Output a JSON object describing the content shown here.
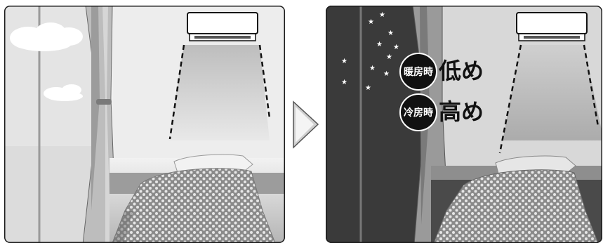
{
  "colors": {
    "frame": "#1a1a1a",
    "badge_bg": "#111111",
    "badge_fg": "#ffffff",
    "text": "#111111",
    "night_sky": "#3a3a3a",
    "day_sky": "#e8e8e8"
  },
  "icons": {
    "arrow": "play-triangle-icon",
    "moon": "crescent-moon-icon",
    "star": "star-icon",
    "ac": "air-conditioner-icon"
  },
  "night_panel": {
    "heating": {
      "badge": "暖房時",
      "label": "低め"
    },
    "cooling": {
      "badge": "冷房時",
      "label": "高め"
    }
  }
}
